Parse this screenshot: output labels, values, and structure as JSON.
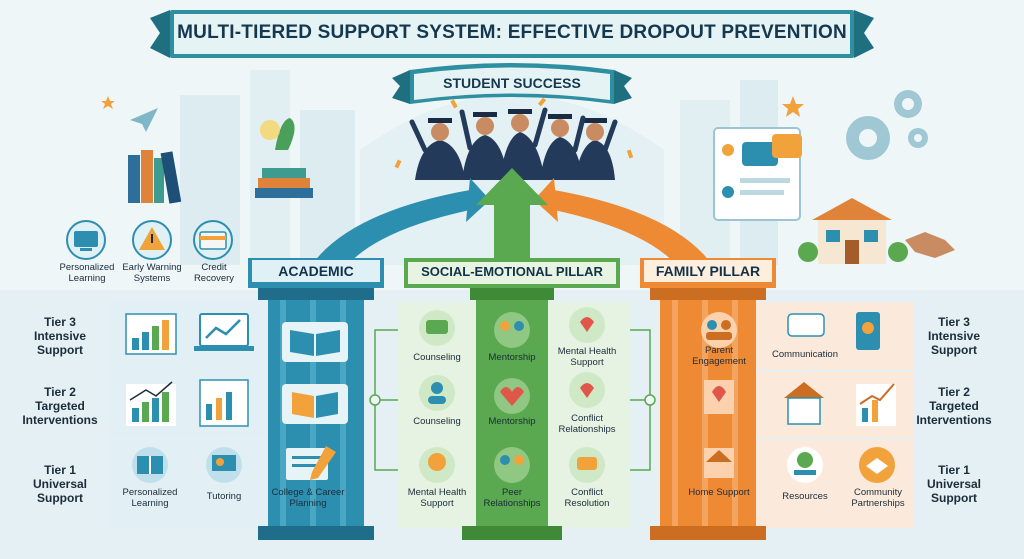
{
  "title": "MULTI-TIERED SUPPORT SYSTEM: EFFECTIVE DROPOUT PREVENTION",
  "top_banner": "STUDENT SUCCESS",
  "colors": {
    "academic": "#2d8fb0",
    "social": "#5aa84f",
    "family": "#ee8a34",
    "navy": "#14384f",
    "bg": "#eef6f8"
  },
  "top_left_icons": [
    {
      "label": "Personalized Learning",
      "icon": "computer-icon"
    },
    {
      "label": "Early Warning Systems",
      "icon": "warning-icon"
    },
    {
      "label": "Credit Recovery",
      "icon": "credit-card-icon"
    }
  ],
  "pillars": {
    "academic": {
      "label": "ACADEMIC"
    },
    "social": {
      "label": "SOCIAL-EMOTIONAL PILLAR"
    },
    "family": {
      "label": "FAMILY PILLAR"
    }
  },
  "tiers": [
    {
      "left": "Tier 3\nIntensive\nSupport",
      "right": "Tier 3\nIntensive\nSupport"
    },
    {
      "left": "Tier 2\nTargeted\nInterventions",
      "right": "Tier 2\nTargeted\nInterventions"
    },
    {
      "left": "Tier 1\nUniversal\nSupport",
      "right": "Tier 1\nUniversal\nSupport"
    }
  ],
  "academic_cells": {
    "t1_personalized": "Personalized Learning",
    "t1_tutoring": "Tutoring",
    "pillar_college": "College & Career Planning"
  },
  "social_cells": {
    "t3": [
      "Counseling",
      "Mentorship",
      "Mental Health Support"
    ],
    "t2": [
      "Counseling",
      "Mentorship",
      "Conflict Relationships"
    ],
    "t1": [
      "Mental Health Support",
      "Peer Relationships",
      "Conflict Resolution"
    ]
  },
  "family_cells": {
    "t3_parent": "Parent Engagement",
    "t3_comm": "Communication",
    "t1_home": "Home Support",
    "t1_resources": "Resources",
    "t1_partners": "Community Partnerships"
  }
}
